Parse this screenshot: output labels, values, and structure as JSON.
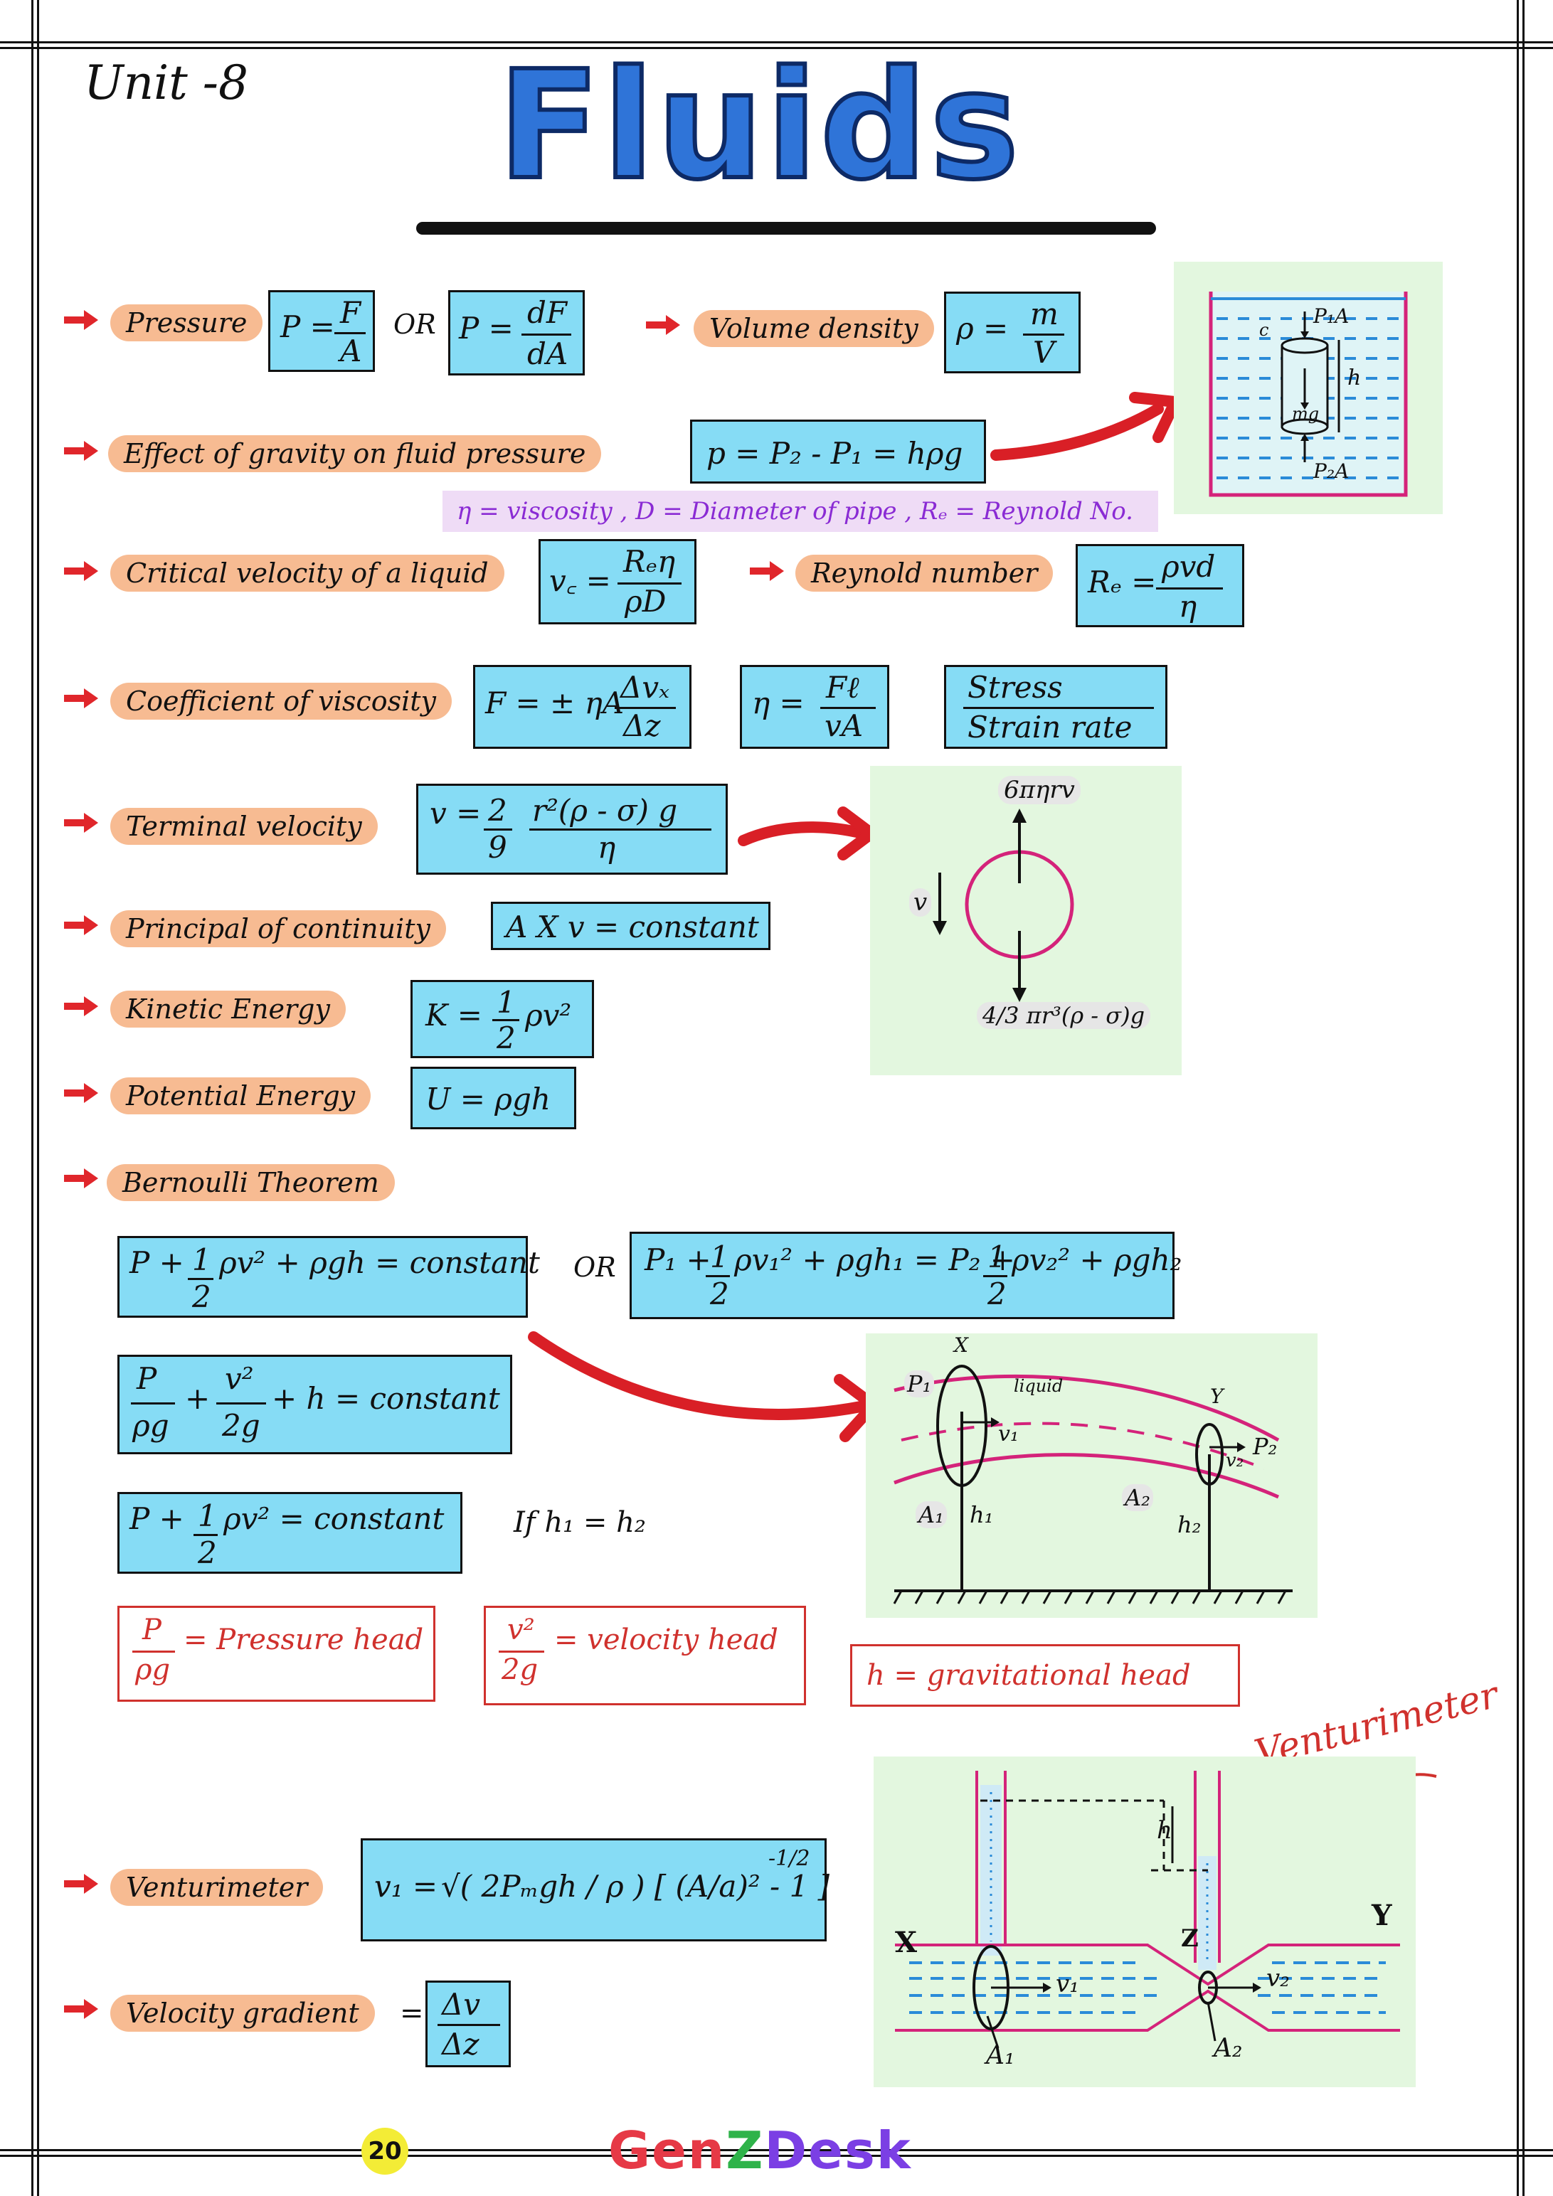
{
  "header": {
    "unit": "Unit -8",
    "title": "Fluids"
  },
  "sections": {
    "pressure": "Pressure",
    "volume_density": "Volume density",
    "gravity_effect": "Effect of gravity on fluid pressure",
    "critical_velocity": "Critical velocity of a liquid",
    "reynold_number": "Reynold number",
    "viscosity_coeff": "Coefficient of viscosity",
    "terminal_velocity": "Terminal velocity",
    "continuity": "Principal of continuity",
    "kinetic_energy": "Kinetic Energy",
    "potential_energy": "Potential Energy",
    "bernoulli": "Bernoulli Theorem",
    "venturimeter": "Venturimeter",
    "velocity_gradient": "Velocity gradient"
  },
  "formulas": {
    "pressure_1_lhs": "P =",
    "pressure_1_num": "F",
    "pressure_1_den": "A",
    "or": "OR",
    "pressure_2_lhs": "P =",
    "pressure_2_num": "dF",
    "pressure_2_den": "dA",
    "density_lhs": "ρ =",
    "density_num": "m",
    "density_den": "V",
    "gravity": "p = P₂ - P₁ = hρg",
    "note": "η = viscosity , D = Diameter of pipe , Rₑ = Reynold No.",
    "critical_lhs": "v꜀ =",
    "critical_num": "Rₑη",
    "critical_den": "ρD",
    "reynold_lhs": "Rₑ =",
    "reynold_num": "ρvd",
    "reynold_den": "η",
    "visc1_lhs": "F = ± ηA",
    "visc1_num": "Δvₓ",
    "visc1_den": "Δz",
    "visc2_lhs": "η =",
    "visc2_num": "Fℓ",
    "visc2_den": "vA",
    "visc3_num": "Stress",
    "visc3_den": "Strain rate",
    "terminal_lhs": "v =",
    "terminal_c_num": "2",
    "terminal_c_den": "9",
    "terminal_num": "r²(ρ - σ) g",
    "terminal_den": "η",
    "continuity": "A X v = constant",
    "ke_lhs": "K =",
    "ke_num": "1",
    "ke_den": "2",
    "ke_rhs": "ρv²",
    "pe": "U = ρgh",
    "bern1_a": "P +",
    "bern1_num": "1",
    "bern1_den": "2",
    "bern1_b": "ρv² + ρgh = constant",
    "bern2_a": "P₁ +",
    "bern2_num1": "1",
    "bern2_den1": "2",
    "bern2_b": "ρv₁² + ρgh₁ = P₂ +",
    "bern2_num2": "1",
    "bern2_den2": "2",
    "bern2_c": "ρv₂² + ρgh₂",
    "bern3_n1": "P",
    "bern3_d1": "ρg",
    "bern3_plus": "+",
    "bern3_n2": "v²",
    "bern3_d2": "2g",
    "bern3_rest": "+ h = constant",
    "bern4_a": "P +",
    "bern4_num": "1",
    "bern4_den": "2",
    "bern4_b": "ρv² = constant",
    "bern4_cond": "If h₁ = h₂",
    "head1_num": "P",
    "head1_den": "ρg",
    "head1_label": "= Pressure head",
    "head2_num": "v²",
    "head2_den": "2g",
    "head2_label": "= velocity head",
    "head3": "h = gravitational head",
    "venturi_lhs": "v₁ =",
    "venturi_expr": "√( 2Pₘgh / ρ ) [ (A/a)² - 1 ]",
    "venturi_exp": "-1/2",
    "vg_eq": "=",
    "vg_num": "Δv",
    "vg_den": "Δz"
  },
  "diagrams": {
    "beaker": {
      "c": "c",
      "top_force": "P₁A",
      "height": "h",
      "weight": "mg",
      "bottom_force": "P₂A"
    },
    "sphere": {
      "up_force": "6πηrv",
      "velocity": "v",
      "down_force": "4/3 πr³(ρ - σ)g"
    },
    "pipe": {
      "x": "X",
      "y": "Y",
      "p1": "P₁",
      "p2": "P₂",
      "liquid": "liquid",
      "v1": "v₁",
      "v2": "v₂",
      "a1": "A₁",
      "a2": "A₂",
      "h1": "h₁",
      "h2": "h₂"
    },
    "venturi": {
      "label": "Venturimeter",
      "x": "X",
      "y": "Y",
      "z": "Z",
      "h": "h",
      "v1": "v₁",
      "v2": "v₂",
      "a1": "A₁",
      "a2": "A₂"
    }
  },
  "footer": {
    "page": "20",
    "brand_g": "Gen",
    "brand_z": "Z",
    "brand_d": "Desk"
  },
  "colors": {
    "box": "#86dcf5",
    "pill": "#f7bb92",
    "panel": "#e3f7df",
    "accent_red": "#d0312d",
    "title_blue": "#2f74d8",
    "note": "#8a2bd4"
  }
}
